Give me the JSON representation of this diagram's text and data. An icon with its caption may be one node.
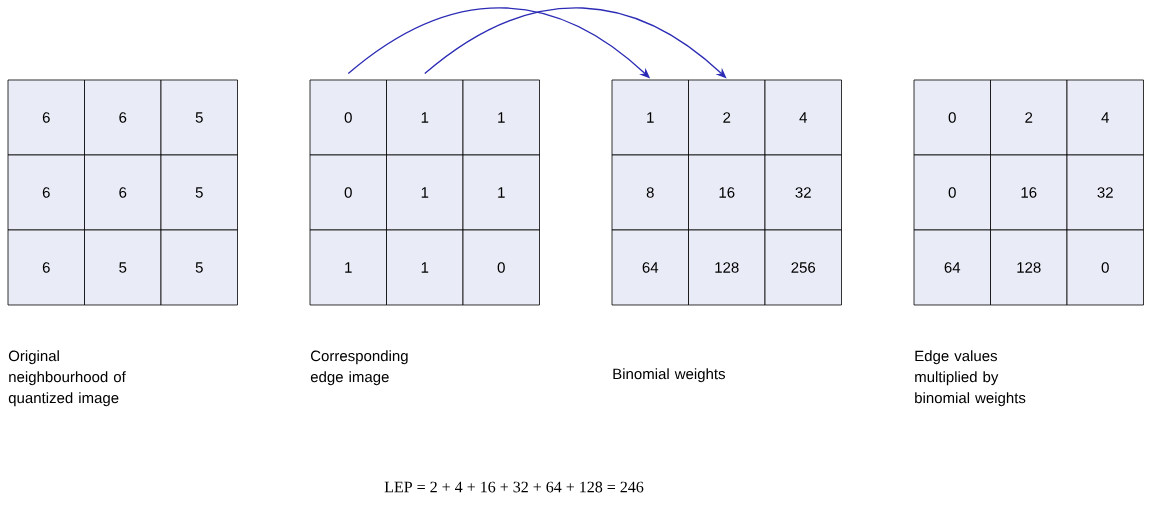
{
  "diagram": {
    "nodes": [
      {
        "text": [
          "6"
        ]
      },
      {
        "text": [
          "6"
        ]
      },
      {
        "text": [
          "5"
        ]
      },
      {
        "text": [
          "6"
        ]
      },
      {
        "text": [
          "6"
        ]
      },
      {
        "text": [
          "5"
        ]
      },
      {
        "text": [
          "6"
        ]
      },
      {
        "text": [
          "5"
        ]
      },
      {
        "text": [
          "5"
        ]
      },
      {
        "text": [
          "0"
        ]
      },
      {
        "text": [
          "1"
        ]
      },
      {
        "text": [
          "1"
        ]
      },
      {
        "text": [
          "0"
        ]
      },
      {
        "text": [
          "1"
        ]
      },
      {
        "text": [
          "1"
        ]
      },
      {
        "text": [
          "1"
        ]
      },
      {
        "text": [
          "1"
        ]
      },
      {
        "text": [
          "0"
        ]
      },
      {
        "text": [
          "1"
        ]
      },
      {
        "text": [
          "2"
        ]
      },
      {
        "text": [
          "4"
        ]
      },
      {
        "text": [
          "8"
        ]
      },
      {
        "text": [
          "16"
        ]
      },
      {
        "text": [
          "32"
        ]
      },
      {
        "text": [
          "64"
        ]
      },
      {
        "text": [
          "128"
        ]
      },
      {
        "text": [
          "256"
        ]
      },
      {
        "text": [
          "0"
        ]
      },
      {
        "text": [
          "2"
        ]
      },
      {
        "text": [
          "4"
        ]
      },
      {
        "text": [
          "0"
        ]
      },
      {
        "text": [
          "16"
        ]
      },
      {
        "text": [
          "32"
        ]
      },
      {
        "text": [
          "64"
        ]
      },
      {
        "text": [
          "128"
        ]
      },
      {
        "text": [
          "0"
        ]
      }
    ],
    "edges": [
      {
        "from": 9,
        "to": 18,
        "arrow": "to"
      },
      {
        "from": 10,
        "to": 19,
        "arrow": "to"
      }
    ],
    "labels": [
      "Original neighbourhood of quantized image",
      "Corresponding edge image",
      "Binomial weights",
      "Edge values multiplied by binomial weights",
      "LEP = 2 + 4 + 16 + 32 + 64 + 128 = 246"
    ]
  }
}
